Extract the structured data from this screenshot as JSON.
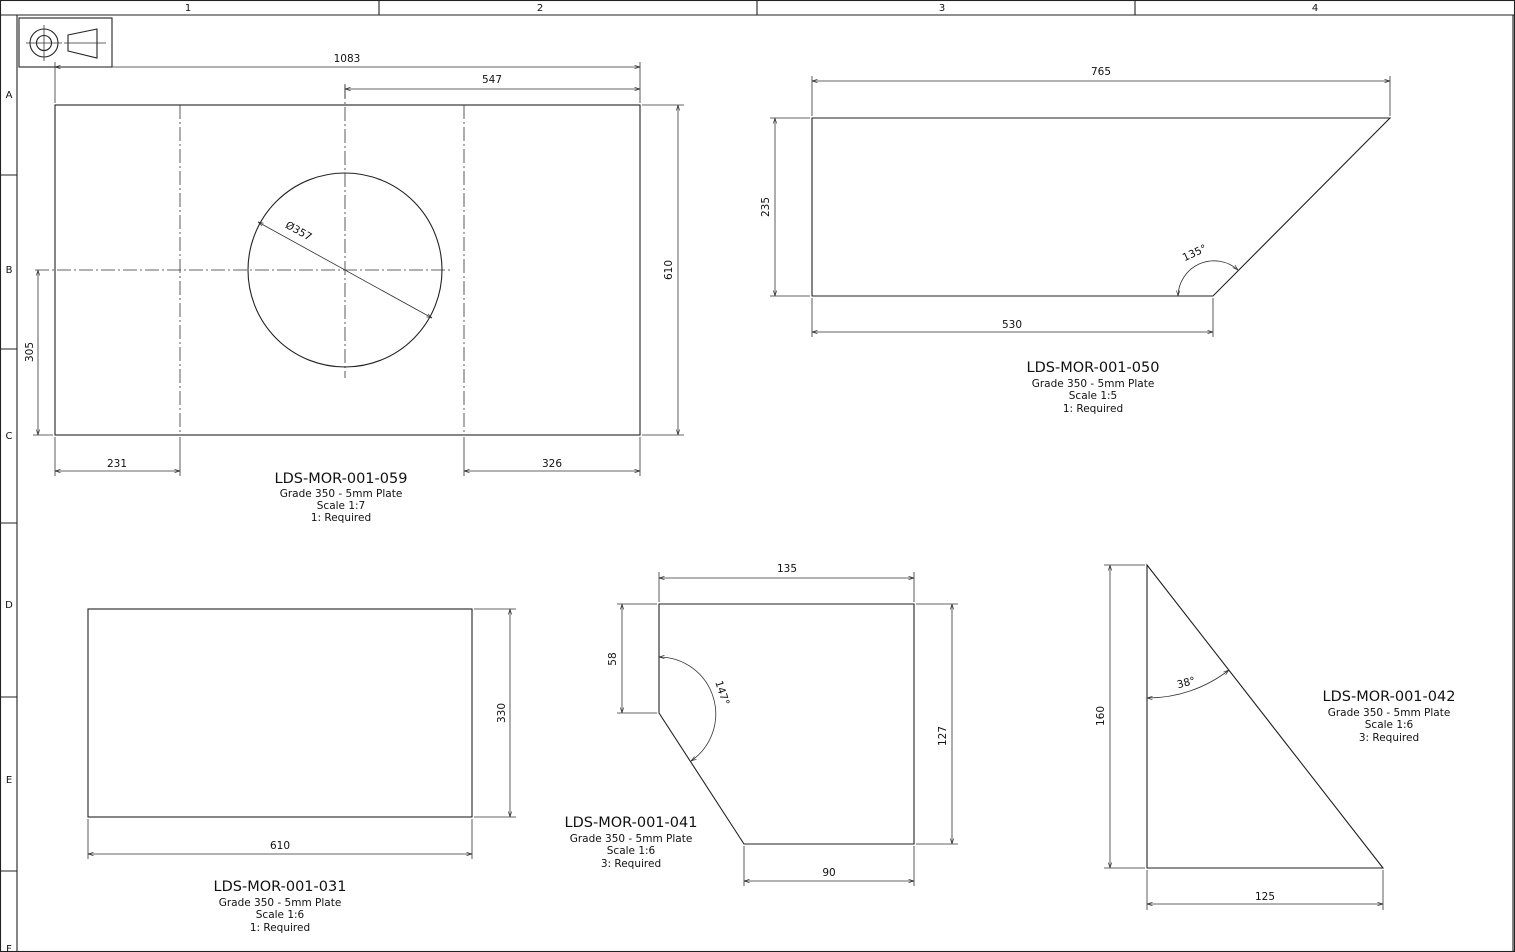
{
  "sheet": {
    "columns": [
      "1",
      "2",
      "3",
      "4"
    ],
    "rows": [
      "A",
      "B",
      "C",
      "D",
      "E",
      "F"
    ],
    "projection_symbol": "third-angle-projection-icon"
  },
  "parts": [
    {
      "id": "LDS-MOR-001-059",
      "material": "Grade 350 - 5mm Plate",
      "scale": "Scale 1:7",
      "qty": "1: Required",
      "dims": {
        "overall_width": "1083",
        "center_offset": "547",
        "height": "610",
        "bend_left": "231",
        "bend_right": "326",
        "hole_height": "305",
        "hole_dia": "Ø357"
      }
    },
    {
      "id": "LDS-MOR-001-050",
      "material": "Grade 350 - 5mm Plate",
      "scale": "Scale 1:5",
      "qty": "1: Required",
      "dims": {
        "top_width": "765",
        "height": "235",
        "bottom_width": "530",
        "angle": "135°"
      }
    },
    {
      "id": "LDS-MOR-001-031",
      "material": "Grade 350 - 5mm Plate",
      "scale": "Scale 1:6",
      "qty": "1: Required",
      "dims": {
        "width": "610",
        "height": "330"
      }
    },
    {
      "id": "LDS-MOR-001-041",
      "material": "Grade 350 - 5mm Plate",
      "scale": "Scale 1:6",
      "qty": "3: Required",
      "dims": {
        "top_width": "135",
        "left_height": "58",
        "right_height": "127",
        "bottom_width": "90",
        "angle": "147°"
      }
    },
    {
      "id": "LDS-MOR-001-042",
      "material": "Grade 350 - 5mm Plate",
      "scale": "Scale 1:6",
      "qty": "3: Required",
      "dims": {
        "height": "160",
        "base": "125",
        "angle": "38°"
      }
    }
  ]
}
